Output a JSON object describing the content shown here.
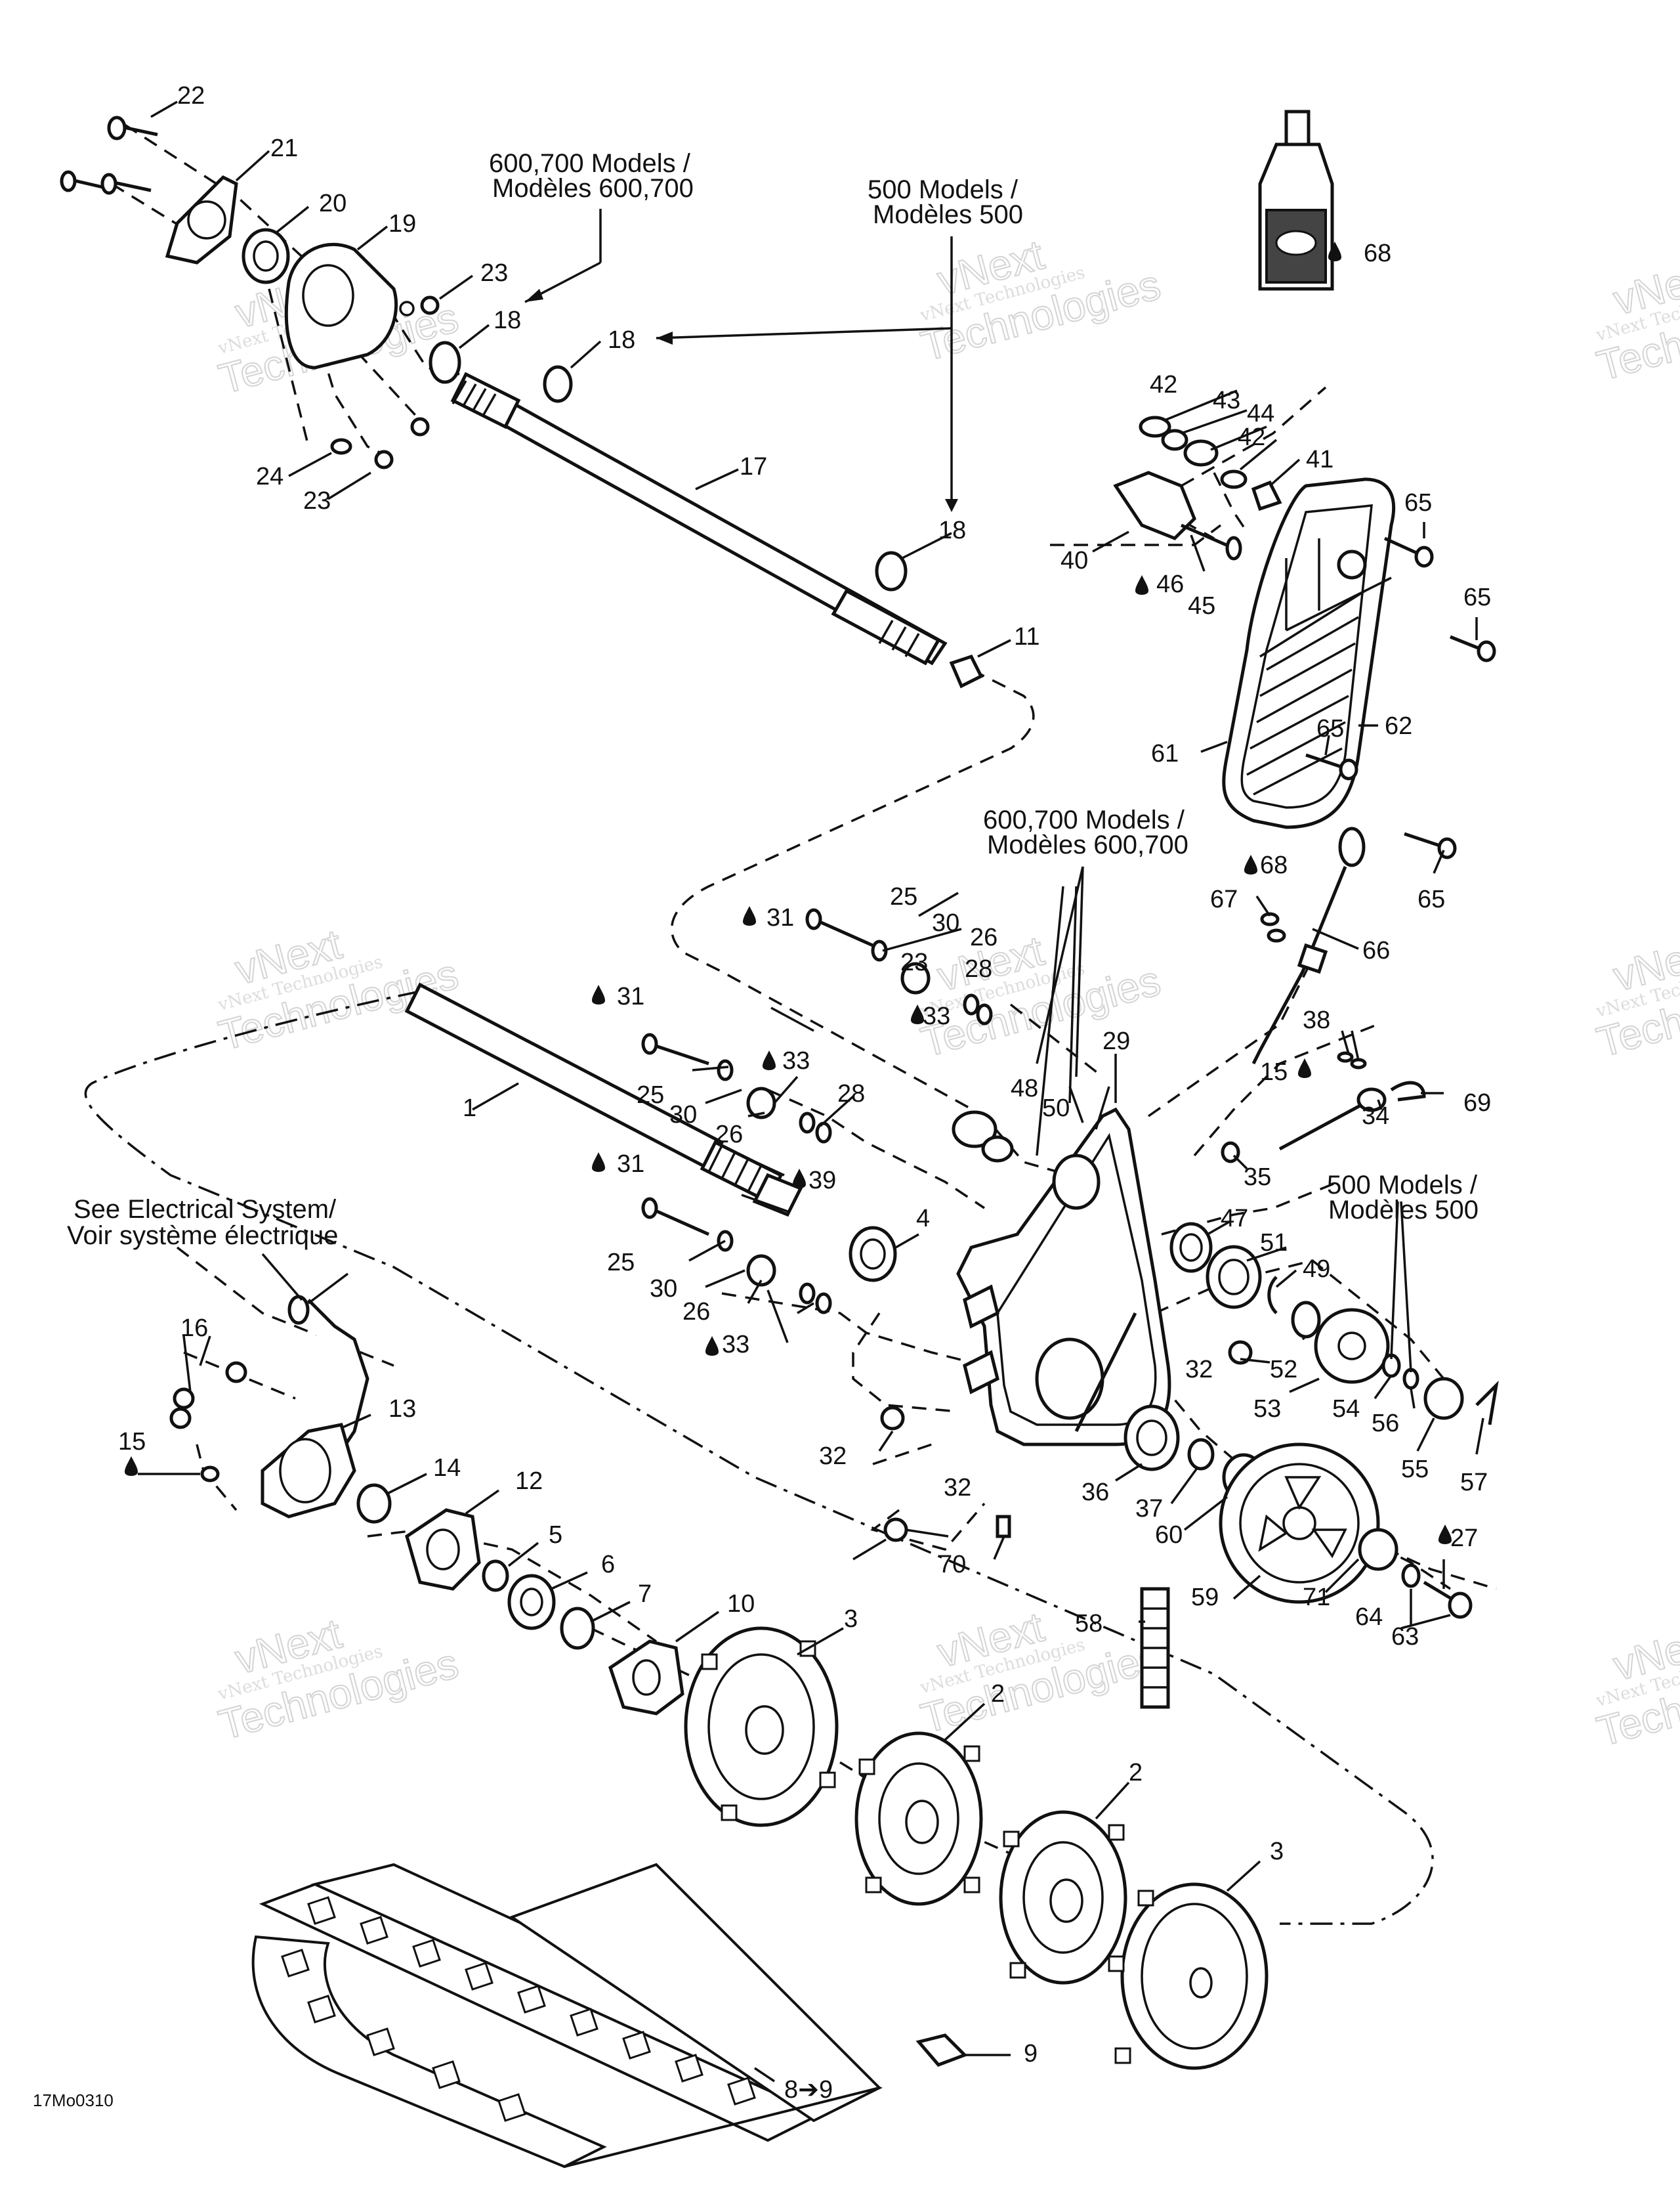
{
  "diagram_id": "17Mo0310",
  "watermark": {
    "line1": "vNext",
    "line2": "vNext Technologies",
    "line3": "Technologies"
  },
  "notes": {
    "n600_top_line1": "600,700 Models /",
    "n600_top_line2": "Modèles 600,700",
    "n500_top_line1": "500 Models /",
    "n500_top_line2": "Modèles 500",
    "n600_mid_line1": "600,700 Models /",
    "n600_mid_line2": "Modèles 600,700",
    "n500_mid_line1": "500 Models /",
    "n500_mid_line2": "Modèles 500",
    "electrical_line1": "See Electrical System/",
    "electrical_line2": "Voir système électrique"
  },
  "labels": {
    "l1": "1",
    "l2a": "2",
    "l2b": "2",
    "l3a": "3",
    "l3b": "3",
    "l4": "4",
    "l5": "5",
    "l6": "6",
    "l7": "7",
    "l8": "8➔9",
    "l9": "9",
    "l10": "10",
    "l11": "11",
    "l12": "12",
    "l13": "13",
    "l14": "14",
    "l15a": "15",
    "l15b": "15",
    "l16": "16",
    "l17": "17",
    "l18a": "18",
    "l18b": "18",
    "l18c": "18",
    "l19": "19",
    "l20": "20",
    "l21": "21",
    "l22": "22",
    "l23a": "23",
    "l23b": "23",
    "l23c": "23",
    "l24": "24",
    "l25a": "25",
    "l25b": "25",
    "l25c": "25",
    "l26a": "26",
    "l26b": "26",
    "l26c": "26",
    "l27": "27",
    "l28a": "28",
    "l28b": "28",
    "l29": "29",
    "l30a": "30",
    "l30b": "30",
    "l30c": "30",
    "l31a": "31",
    "l31b": "31",
    "l31c": "31",
    "l32a": "32",
    "l32b": "32",
    "l32c": "32",
    "l33a": "33",
    "l33b": "33",
    "l33c": "33",
    "l34": "34",
    "l35": "35",
    "l36": "36",
    "l37": "37",
    "l38": "38",
    "l39": "39",
    "l40": "40",
    "l41": "41",
    "l42a": "42",
    "l42b": "42",
    "l43": "43",
    "l44": "44",
    "l45": "45",
    "l46": "46",
    "l47": "47",
    "l48": "48",
    "l49": "49",
    "l50": "50",
    "l51": "51",
    "l52": "52",
    "l53": "53",
    "l54": "54",
    "l55": "55",
    "l56": "56",
    "l57": "57",
    "l58": "58",
    "l59": "59",
    "l60": "60",
    "l61": "61",
    "l62": "62",
    "l63": "63",
    "l64": "64",
    "l65a": "65",
    "l65b": "65",
    "l65c": "65",
    "l65d": "65",
    "l66": "66",
    "l67": "67",
    "l68a": "68",
    "l68b": "68",
    "l69": "69",
    "l70": "70",
    "l71": "71"
  },
  "colors": {
    "ink": "#111111",
    "paper": "#ffffff",
    "watermark": "#cfcfcf"
  }
}
